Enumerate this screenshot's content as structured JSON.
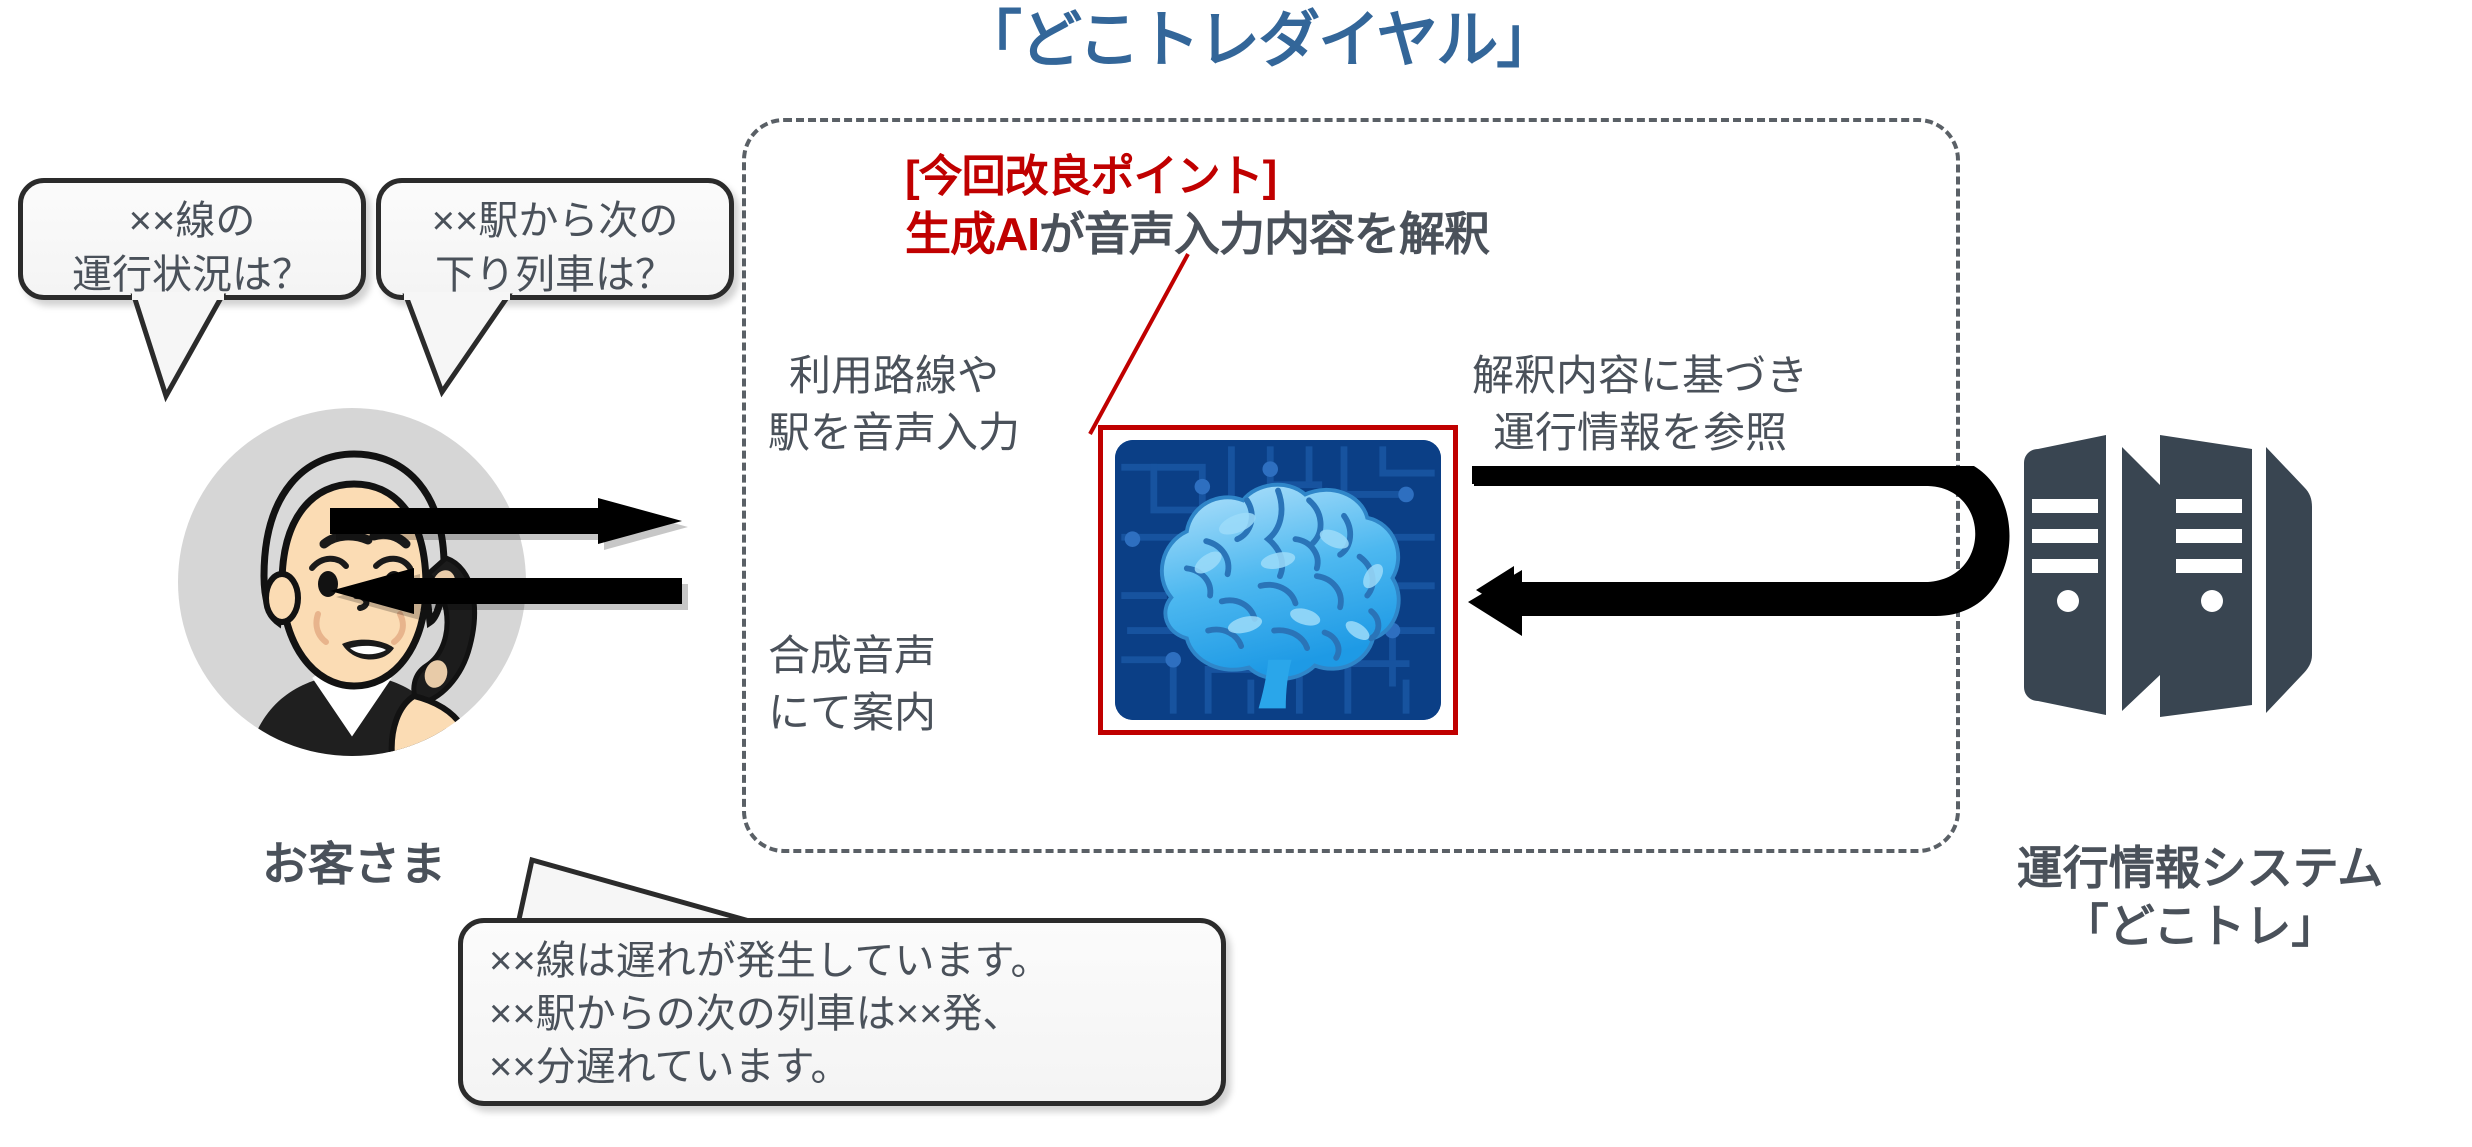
{
  "title": {
    "dial_service": "「どこトレダイヤル」"
  },
  "improvement": {
    "tag": "[今回改良ポイント]",
    "highlight": "生成AI",
    "rest": "が音声入力内容を解釈"
  },
  "customer": {
    "label": "お客さま",
    "avatar_icon": "elderly-person-on-phone-icon",
    "questions": [
      {
        "line1": "××線の",
        "line2": "運行状況は？"
      },
      {
        "line1": "××駅から次の",
        "line2": "下り列車は？"
      }
    ],
    "answer": {
      "line1": "××線は遅れが発生しています。",
      "line2": "××駅からの次の列車は××発、",
      "line3": "××分遅れています。"
    }
  },
  "flows": {
    "input": {
      "line1": "利用路線や",
      "line2": "駅を音声入力"
    },
    "tts": {
      "line1": "合成音声",
      "line2": "にて案内"
    },
    "reference": {
      "line1": "解釈内容に基づき",
      "line2": "運行情報を参照"
    }
  },
  "ai": {
    "icon": "brain-circuit-icon"
  },
  "ops_system": {
    "line1": "運行情報システム",
    "line2": "「どこトレ」",
    "icon": "server-rack-icon"
  },
  "colors": {
    "title_blue": "#336699",
    "accent_red": "#c00000",
    "text_gray": "#4a515a",
    "arrow_black": "#000000",
    "chip_blue": "#0b3f86"
  }
}
